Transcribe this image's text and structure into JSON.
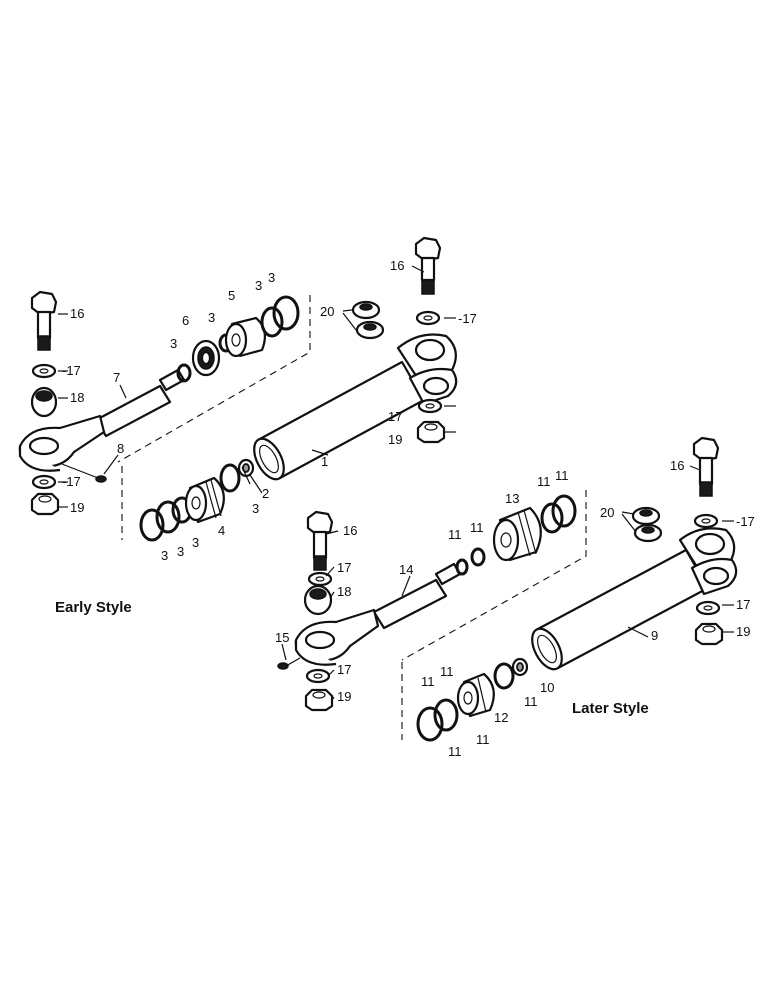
{
  "labels": {
    "early_style": "Early Style",
    "later_style": "Later Style"
  },
  "callouts": {
    "c1": "1",
    "c2": "2",
    "c3": "3",
    "c4": "4",
    "c5": "5",
    "c6": "6",
    "c7": "7",
    "c8": "8",
    "c9": "9",
    "c10": "10",
    "c11": "11",
    "c12": "12",
    "c13": "13",
    "c14": "14",
    "c15": "15",
    "c16": "16",
    "c17": "17",
    "c18": "18",
    "c19": "19",
    "c20": "20"
  },
  "callout_dash_prefix": {
    "c17": "-17"
  }
}
